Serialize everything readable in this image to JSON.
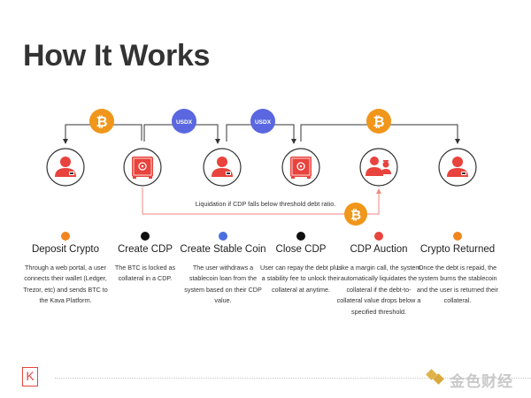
{
  "title": "How It Works",
  "badges": {
    "usdx_1": "USDX",
    "usdx_2": "USDX",
    "btc_glyph": "₿"
  },
  "liquidation_text": "Liquidation if CDP falls below threshold debt ratio.",
  "steps": [
    {
      "title": "Deposit Crypto",
      "dot_color": "#f0861f",
      "description": "Through a web portal, a user connects their wallet (Ledger, Trezor, etc) and sends BTC to the Kava Platform."
    },
    {
      "title": "Create CDP",
      "dot_color": "#111111",
      "description": "The BTC is locked as collateral in a CDP."
    },
    {
      "title": "Create Stable Coin",
      "dot_color": "#4b6fe0",
      "description": "The user withdraws a stablecoin loan from the system based on their CDP value."
    },
    {
      "title": "Close CDP",
      "dot_color": "#111111",
      "description": "User can repay the debt plus a stability fee to unlock their collateral at anytime."
    },
    {
      "title": "CDP Auction",
      "dot_color": "#e8433d",
      "description": "Like a margin call, the system automatically liquidates the collateral if the debt-to-collateral value drops below a specified threshold."
    },
    {
      "title": "Crypto Returned",
      "dot_color": "#f0861f",
      "description": "Once the debt is repaid, the system burns the stablecoin and the user is returned their collateral."
    }
  ],
  "colors": {
    "red": "#e8433d",
    "orange": "#f0961a",
    "blue": "#5a67e0",
    "line": "#333333",
    "liquidation_line": "#f08a82"
  },
  "logo_letter": "K",
  "watermark": "金色财经"
}
